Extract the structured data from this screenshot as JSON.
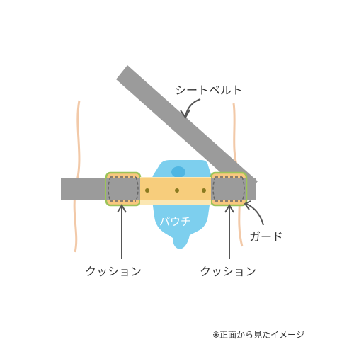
{
  "labels": {
    "seatbelt": "シートベルト",
    "guard": "ガード",
    "cushion_left": "クッション",
    "cushion_right": "クッション",
    "pouch": "パウチ",
    "note": "※正面から見たイメージ"
  },
  "colors": {
    "belt": "#9b9b9b",
    "body_outline": "#f2c9a8",
    "cushion": "#f8c77f",
    "cushion_edge": "#9bc35a",
    "pouch_body": "#7dcfee",
    "pouch_dark": "#4fb6e2",
    "band": "#f7cd7c",
    "band_light": "#fbe7b3",
    "dots": "#8a7a1f",
    "arrow": "#555555",
    "dashed": "#666666"
  }
}
